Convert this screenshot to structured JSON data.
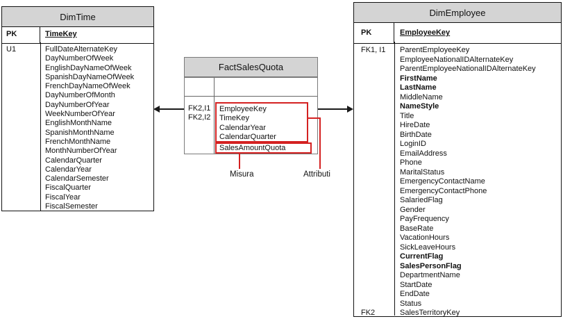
{
  "colors": {
    "header_bg": "#d4d4d4",
    "table_border": "#111111",
    "fact_border": "#7a7a7a",
    "highlight_red": "#d42121",
    "text": "#111111"
  },
  "tables": {
    "dim_time": {
      "title": "DimTime",
      "pk": {
        "key": "PK",
        "name": "TimeKey"
      },
      "rows": [
        {
          "key": "U1",
          "name": "FullDateAlternateKey"
        },
        {
          "key": "",
          "name": "DayNumberOfWeek"
        },
        {
          "key": "",
          "name": "EnglishDayNameOfWeek"
        },
        {
          "key": "",
          "name": "SpanishDayNameOfWeek"
        },
        {
          "key": "",
          "name": "FrenchDayNameOfWeek"
        },
        {
          "key": "",
          "name": "DayNumberOfMonth"
        },
        {
          "key": "",
          "name": "DayNumberOfYear"
        },
        {
          "key": "",
          "name": "WeekNumberOfYear"
        },
        {
          "key": "",
          "name": "EnglishMonthName"
        },
        {
          "key": "",
          "name": "SpanishMonthName"
        },
        {
          "key": "",
          "name": "FrenchMonthName"
        },
        {
          "key": "",
          "name": "MonthNumberOfYear"
        },
        {
          "key": "",
          "name": "CalendarQuarter"
        },
        {
          "key": "",
          "name": "CalendarYear"
        },
        {
          "key": "",
          "name": "CalendarSemester"
        },
        {
          "key": "",
          "name": "FiscalQuarter"
        },
        {
          "key": "",
          "name": "FiscalYear"
        },
        {
          "key": "",
          "name": "FiscalSemester"
        }
      ]
    },
    "fact_sales_quota": {
      "title": "FactSalesQuota",
      "keys": [
        "FK2,I1",
        "FK2,I2"
      ],
      "attributes": [
        "EmployeeKey",
        "TimeKey",
        "CalendarYear",
        "CalendarQuarter"
      ],
      "measure": "SalesAmountQuota"
    },
    "dim_employee": {
      "title": "DimEmployee",
      "pk": {
        "key": "PK",
        "name": "EmployeeKey"
      },
      "rows": [
        {
          "key": "FK1, I1",
          "name": "ParentEmployeeKey"
        },
        {
          "key": "",
          "name": "EmployeeNationalIDAlternateKey"
        },
        {
          "key": "",
          "name": "ParentEmployeeNationalIDAlternateKey"
        },
        {
          "key": "",
          "name": "FirstName",
          "bold": true
        },
        {
          "key": "",
          "name": "LastName",
          "bold": true
        },
        {
          "key": "",
          "name": "MiddleName"
        },
        {
          "key": "",
          "name": "NameStyle",
          "bold": true
        },
        {
          "key": "",
          "name": "Title"
        },
        {
          "key": "",
          "name": "HireDate"
        },
        {
          "key": "",
          "name": "BirthDate"
        },
        {
          "key": "",
          "name": "LoginID"
        },
        {
          "key": "",
          "name": "EmailAddress"
        },
        {
          "key": "",
          "name": "Phone"
        },
        {
          "key": "",
          "name": "MaritalStatus"
        },
        {
          "key": "",
          "name": "EmergencyContactName"
        },
        {
          "key": "",
          "name": "EmergencyContactPhone"
        },
        {
          "key": "",
          "name": "SalariedFlag"
        },
        {
          "key": "",
          "name": "Gender"
        },
        {
          "key": "",
          "name": "PayFrequency"
        },
        {
          "key": "",
          "name": "BaseRate"
        },
        {
          "key": "",
          "name": "VacationHours"
        },
        {
          "key": "",
          "name": "SickLeaveHours"
        },
        {
          "key": "",
          "name": "CurrentFlag",
          "bold": true
        },
        {
          "key": "",
          "name": "SalesPersonFlag",
          "bold": true
        },
        {
          "key": "",
          "name": "DepartmentName"
        },
        {
          "key": "",
          "name": "StartDate"
        },
        {
          "key": "",
          "name": "EndDate"
        },
        {
          "key": "",
          "name": "Status"
        },
        {
          "key": "FK2",
          "name": "SalesTerritoryKey"
        }
      ]
    }
  },
  "annotations": {
    "measure_label": "Misura",
    "attributes_label": "Attributi"
  }
}
